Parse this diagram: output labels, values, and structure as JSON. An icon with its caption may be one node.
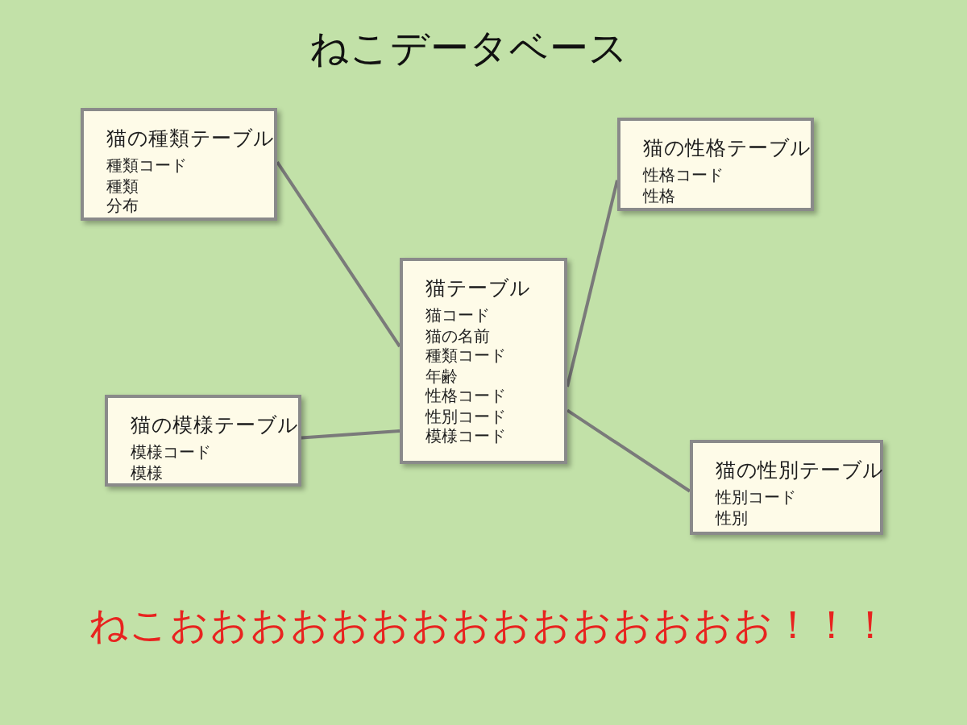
{
  "diagram": {
    "title": "ねこデータベース",
    "nodes": [
      {
        "text": [
          "猫の種類テーブル",
          "種類コード",
          "種類",
          "分布"
        ]
      },
      {
        "text": [
          "猫の性格テーブル",
          "性格コード",
          "性格"
        ]
      },
      {
        "text": [
          "猫テーブル",
          "猫コード",
          "猫の名前",
          "種類コード",
          "年齢",
          "性格コード",
          "性別コード",
          "模様コード"
        ]
      },
      {
        "text": [
          "猫の模様テーブル",
          "模様コード",
          "模様"
        ]
      },
      {
        "text": [
          "猫の性別テーブル",
          "性別コード",
          "性別"
        ]
      }
    ],
    "edges": [
      {
        "from": 0,
        "to": 2,
        "arrow": "none"
      },
      {
        "from": 1,
        "to": 2,
        "arrow": "none"
      },
      {
        "from": 3,
        "to": 2,
        "arrow": "none"
      },
      {
        "from": 4,
        "to": 2,
        "arrow": "none"
      }
    ],
    "labels": [
      "ねこおおおおおおおおおおおおおおお！！！"
    ]
  }
}
